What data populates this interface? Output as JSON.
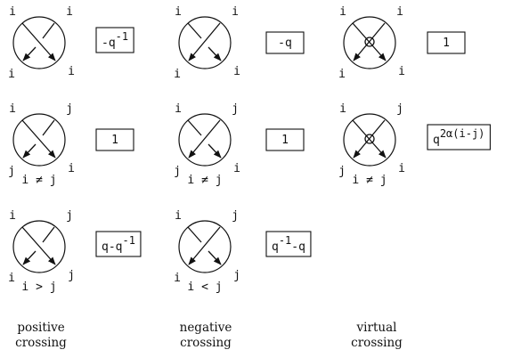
{
  "columns": [
    {
      "label_line1": "positive",
      "label_line2": "crossing",
      "type": "positive"
    },
    {
      "label_line1": "negative",
      "label_line2": "crossing",
      "type": "negative"
    },
    {
      "label_line1": "virtual",
      "label_line2": "crossing",
      "type": "virtual"
    }
  ],
  "cells": [
    {
      "col": 0,
      "row": 0,
      "tl": "i",
      "tr": "i",
      "bl": "i",
      "br": "i",
      "cond": "",
      "weight": [
        {
          "t": "-q"
        },
        {
          "t": "-1",
          "sup": true
        }
      ]
    },
    {
      "col": 1,
      "row": 0,
      "tl": "i",
      "tr": "i",
      "bl": "i",
      "br": "i",
      "cond": "",
      "weight": [
        {
          "t": "-q"
        }
      ]
    },
    {
      "col": 2,
      "row": 0,
      "tl": "i",
      "tr": "i",
      "bl": "i",
      "br": "i",
      "cond": "",
      "weight": [
        {
          "t": "1"
        }
      ]
    },
    {
      "col": 0,
      "row": 1,
      "tl": "i",
      "tr": "j",
      "bl": "j",
      "br": "i",
      "cond": [
        {
          "t": "i "
        },
        {
          "t": "≠"
        },
        {
          "t": " j"
        }
      ],
      "weight": [
        {
          "t": "1"
        }
      ]
    },
    {
      "col": 1,
      "row": 1,
      "tl": "i",
      "tr": "j",
      "bl": "j",
      "br": "i",
      "cond": [
        {
          "t": "i "
        },
        {
          "t": "≠"
        },
        {
          "t": " j"
        }
      ],
      "weight": [
        {
          "t": "1"
        }
      ]
    },
    {
      "col": 2,
      "row": 1,
      "tl": "i",
      "tr": "j",
      "bl": "j",
      "br": "i",
      "cond": [
        {
          "t": "i "
        },
        {
          "t": "≠"
        },
        {
          "t": " j"
        }
      ],
      "weight": [
        {
          "t": "q"
        },
        {
          "t": "2α(i-j)",
          "sup": true
        }
      ]
    },
    {
      "col": 0,
      "row": 2,
      "tl": "i",
      "tr": "j",
      "bl": "i",
      "br": "j",
      "cond": [
        {
          "t": "i > j"
        }
      ],
      "weight": [
        {
          "t": "q-q"
        },
        {
          "t": "-1",
          "sup": true
        }
      ]
    },
    {
      "col": 1,
      "row": 2,
      "tl": "i",
      "tr": "j",
      "bl": "i",
      "br": "j",
      "cond": [
        {
          "t": "i < j"
        }
      ],
      "weight": [
        {
          "t": "q"
        },
        {
          "t": "-1",
          "sup": true
        },
        {
          "t": "-q"
        }
      ]
    }
  ]
}
